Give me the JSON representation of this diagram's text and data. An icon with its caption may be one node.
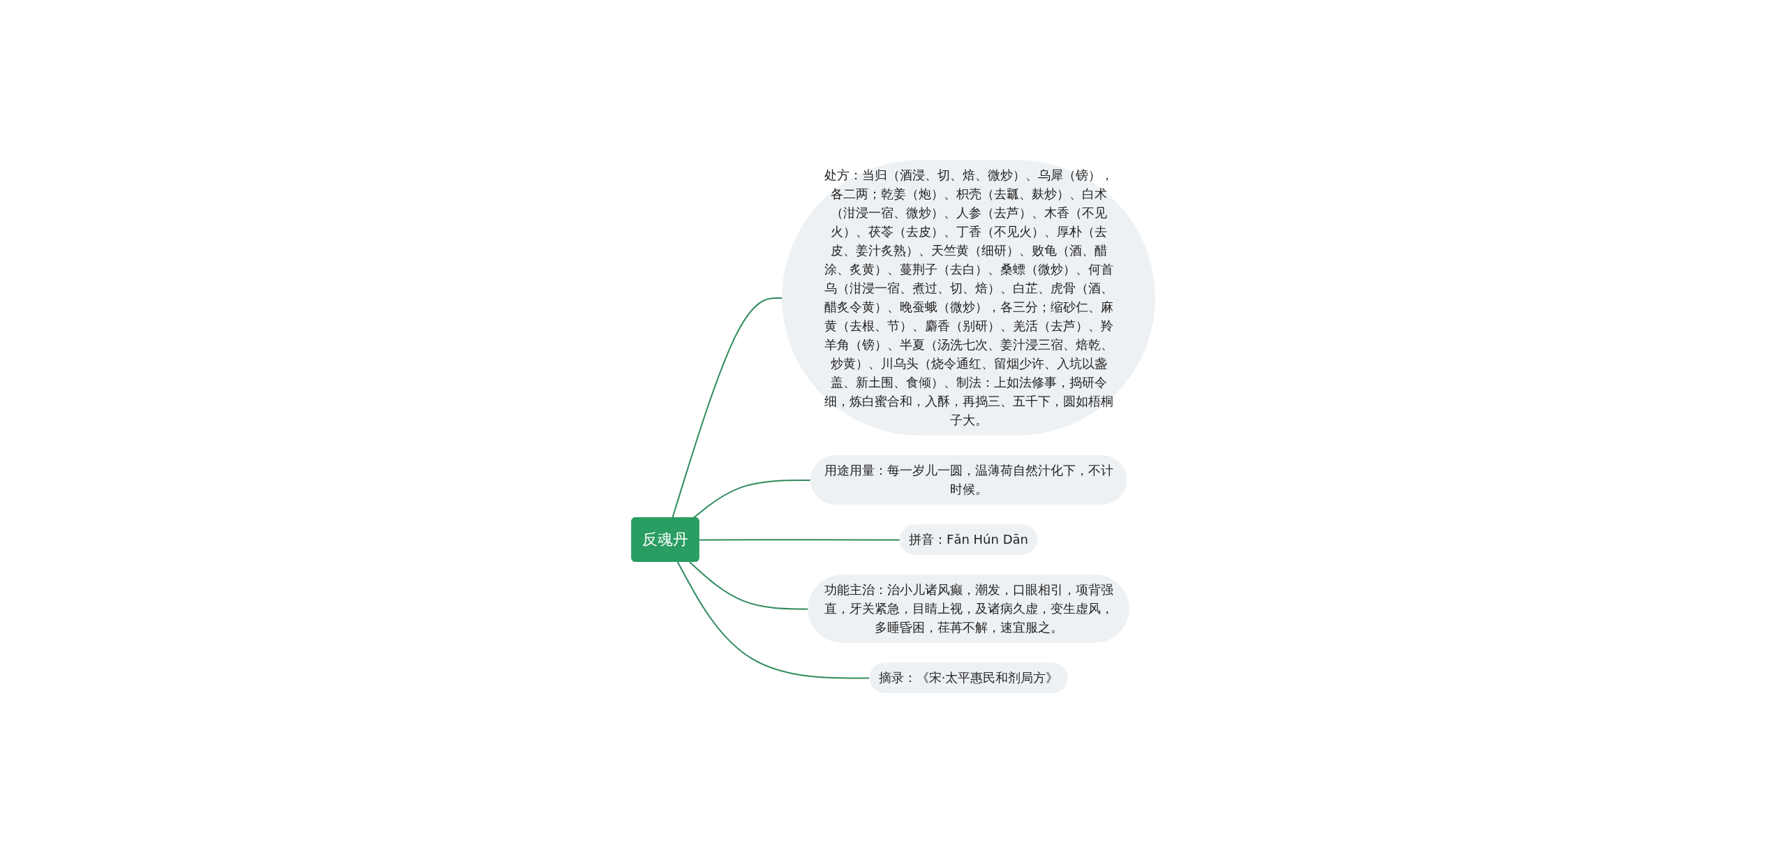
{
  "diagram": {
    "nodes": [
      {
        "text": [
          "反魂丹"
        ]
      },
      {
        "text": [
          "处方：当归（酒浸、切、焙、微炒）、乌犀（镑），各二两；乾姜（炮）、枳壳（去瓤、麸炒）、白术（泔浸一宿、微炒）、人参（去芦）、木香（不见火）、茯苓（去皮）、丁香（不见火）、厚朴（去皮、姜汁炙熟）、天竺黄（细研）、败龟（酒、醋涂、炙黄）、蔓荆子（去白）、桑螵（微炒）、何首乌（泔浸一宿、煮过、切、焙）、白芷、虎骨（酒、醋炙令黄）、晚蚕蛾（微炒），各三分；缩砂仁、麻黄（去根、节）、麝香（别研）、羌活（去芦）、羚羊角（镑）、半夏（汤洗七次、姜汁浸三宿、焙乾、炒黄）、川乌头（烧令通红、留烟少许、入坑以盏盖、新土围、食倾）、制法：上如法修事，捣研令细，炼白蜜合和，入酥，再捣三、五千下，圆如梧桐子大。"
        ]
      },
      {
        "text": [
          "用途用量：每一岁儿一圆，温薄荷自然汁化下，不计时候。"
        ]
      },
      {
        "text": [
          "拼音：Fǎn Hún Dān"
        ]
      },
      {
        "text": [
          "功能主治：治小儿诸风癫，潮发，口眼相引，项背强直，牙关紧急，目睛上视，及诸病久虚，变生虚风，多睡昏困，荏苒不解，速宜服之。"
        ]
      },
      {
        "text": [
          "摘录：《宋·太平惠民和剂局方》"
        ]
      }
    ],
    "edges": [
      {
        "from": 0,
        "to": 1,
        "arrow": "none"
      },
      {
        "from": 0,
        "to": 2,
        "arrow": "none"
      },
      {
        "from": 0,
        "to": 3,
        "arrow": "none"
      },
      {
        "from": 0,
        "to": 4,
        "arrow": "none"
      },
      {
        "from": 0,
        "to": 5,
        "arrow": "none"
      }
    ]
  }
}
